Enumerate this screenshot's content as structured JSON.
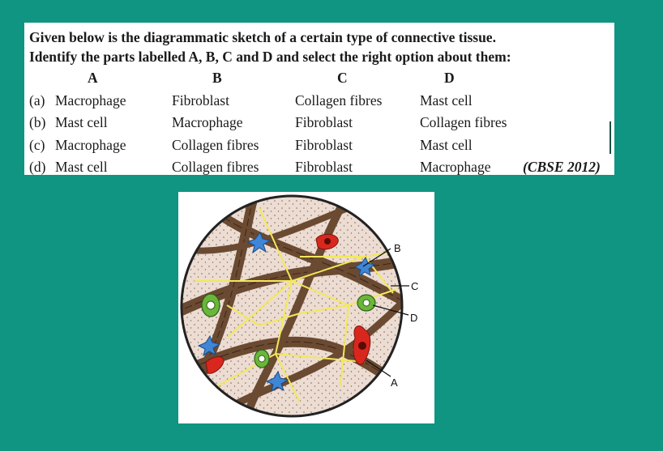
{
  "question": {
    "line1": "Given below is the diagrammatic sketch of a certain type of connective tissue.",
    "line2": "Identify the parts labelled A, B, C and D and select the right option about them:"
  },
  "table": {
    "headers": [
      "A",
      "B",
      "C",
      "D"
    ],
    "options": [
      {
        "key": "(a)",
        "A": "Macrophage",
        "B": "Fibroblast",
        "C": "Collagen fibres",
        "D": "Mast cell"
      },
      {
        "key": "(b)",
        "A": "Mast cell",
        "B": "Macrophage",
        "C": "Fibroblast",
        "D": "Collagen fibres"
      },
      {
        "key": "(c)",
        "A": "Macrophage",
        "B": "Collagen fibres",
        "C": "Fibroblast",
        "D": "Mast cell"
      },
      {
        "key": "(d)",
        "A": "Mast cell",
        "B": "Collagen fibres",
        "C": "Fibroblast",
        "D": "Macrophage"
      }
    ],
    "source": "(CBSE 2012)"
  },
  "figure": {
    "labels": {
      "B": "B",
      "C": "C",
      "D": "D",
      "A": "A"
    }
  },
  "colors": {
    "background": "#0f9582",
    "fibre": "#6b4a32",
    "matrix": "#ecdcd2",
    "cell_red": "#d9271e",
    "cell_green": "#6ab63a",
    "cell_blue": "#3f86d6",
    "elastic_fibre": "#f2e85a"
  }
}
